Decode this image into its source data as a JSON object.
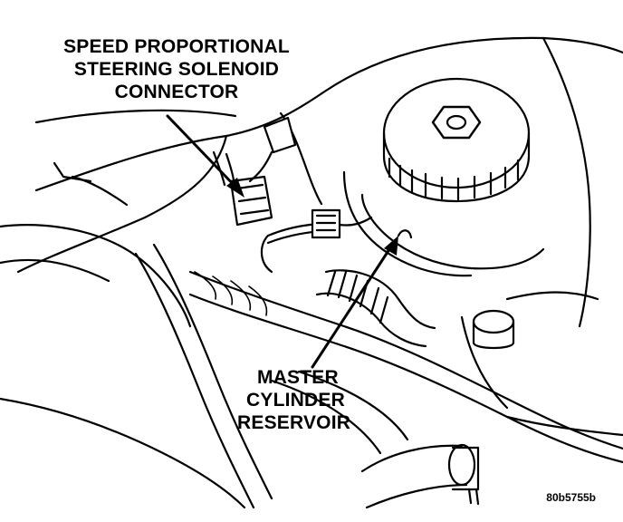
{
  "diagram": {
    "callouts": {
      "solenoid_connector": {
        "lines": [
          "SPEED PROPORTIONAL",
          "STEERING SOLENOID",
          "CONNECTOR"
        ]
      },
      "master_cylinder_reservoir": {
        "lines": [
          "MASTER",
          "CYLINDER",
          "RESERVOIR"
        ]
      }
    },
    "figure_id": "80b5755b"
  }
}
